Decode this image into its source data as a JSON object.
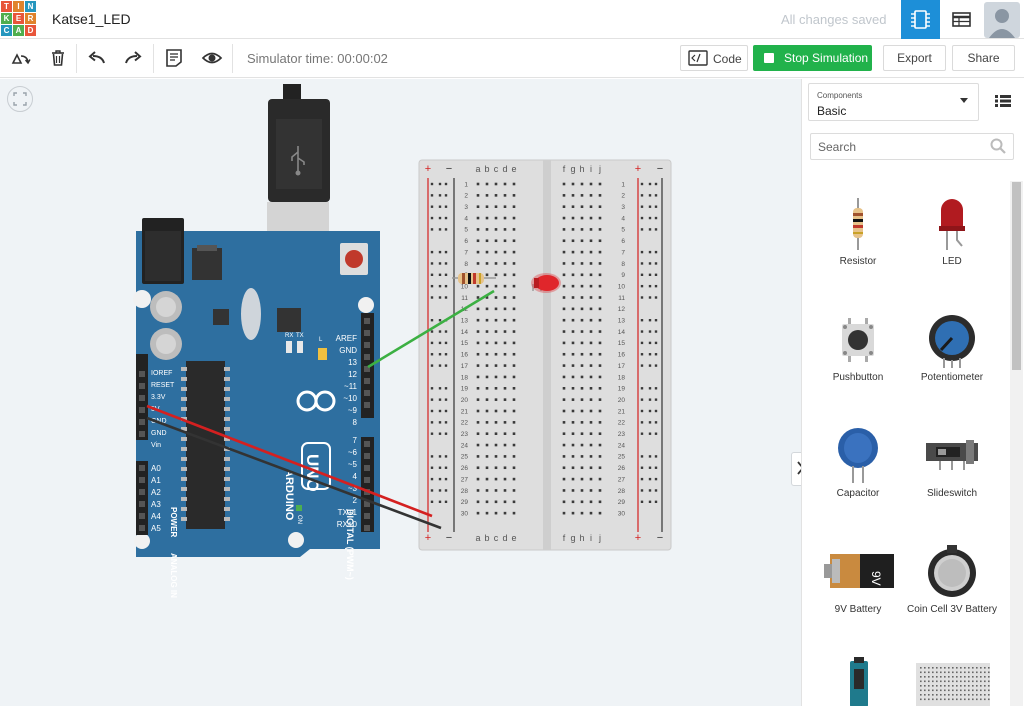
{
  "app": {
    "logo_letters": [
      "T",
      "I",
      "N",
      "K",
      "E",
      "R",
      "C",
      "A",
      "D"
    ],
    "logo_colors": [
      "#e8553a",
      "#e0832c",
      "#2596be",
      "#4fae4e",
      "#e8553a",
      "#e0832c",
      "#2596be",
      "#4fae4e",
      "#e8553a"
    ],
    "document_title": "Katse1_LED",
    "save_status": "All changes saved"
  },
  "toolbar": {
    "simulator_time": "Simulator time: 00:00:02",
    "code_label": "Code",
    "stop_label": "Stop Simulation",
    "export_label": "Export",
    "share_label": "Share"
  },
  "sidebar": {
    "components_caption": "Components",
    "category_value": "Basic",
    "search_placeholder": "Search",
    "components": [
      {
        "label": "Resistor",
        "icon": "resistor-icon"
      },
      {
        "label": "LED",
        "icon": "led-icon"
      },
      {
        "label": "Pushbutton",
        "icon": "pushbutton-icon"
      },
      {
        "label": "Potentiometer",
        "icon": "potentiometer-icon"
      },
      {
        "label": "Capacitor",
        "icon": "capacitor-icon"
      },
      {
        "label": "Slideswitch",
        "icon": "slideswitch-icon"
      },
      {
        "label": "9V Battery",
        "icon": "battery-9v-icon"
      },
      {
        "label": "Coin Cell 3V Battery",
        "icon": "coin-cell-battery-icon"
      }
    ]
  },
  "board": {
    "left_header": [
      "IOREF",
      "RESET",
      "3.3V",
      "5V",
      "GND",
      "GND",
      "Vin"
    ],
    "analog_pins": [
      "A0",
      "A1",
      "A2",
      "A3",
      "A4",
      "A5"
    ],
    "digital_pins": [
      "AREF",
      "GND",
      "13",
      "12",
      "~11",
      "~10",
      "~9",
      "8",
      "7",
      "~6",
      "~5",
      "4",
      "~3",
      "2",
      "TX+1",
      "RX+0"
    ],
    "power_label": "POWER",
    "analog_label": "ANALOG IN",
    "digital_label": "DIGITAL (PWM~)",
    "brand": "ARDUINO",
    "model": "UNO",
    "l_label": "L",
    "tx_label": "TX",
    "rx_label": "RX",
    "on_label": "ON"
  },
  "breadboard": {
    "cols_left": [
      "a",
      "b",
      "c",
      "d",
      "e"
    ],
    "cols_right": [
      "f",
      "g",
      "h",
      "i",
      "j"
    ],
    "rows": [
      "1",
      "2",
      "3",
      "4",
      "5",
      "6",
      "7",
      "8",
      "9",
      "10",
      "11",
      "12",
      "13",
      "14",
      "15",
      "16",
      "17",
      "18",
      "19",
      "20",
      "21",
      "22",
      "23",
      "24",
      "25",
      "26",
      "27",
      "28",
      "29",
      "30"
    ],
    "plus": "+",
    "minus": "−"
  },
  "colors": {
    "accent_blue": "#1d8fd8",
    "stop_green": "#21b24b",
    "arduino_teal": "#2e6fa0",
    "wire_green": "#3cb043",
    "wire_red": "#d42020",
    "wire_black": "#333333",
    "led_red": "#e0262b"
  }
}
